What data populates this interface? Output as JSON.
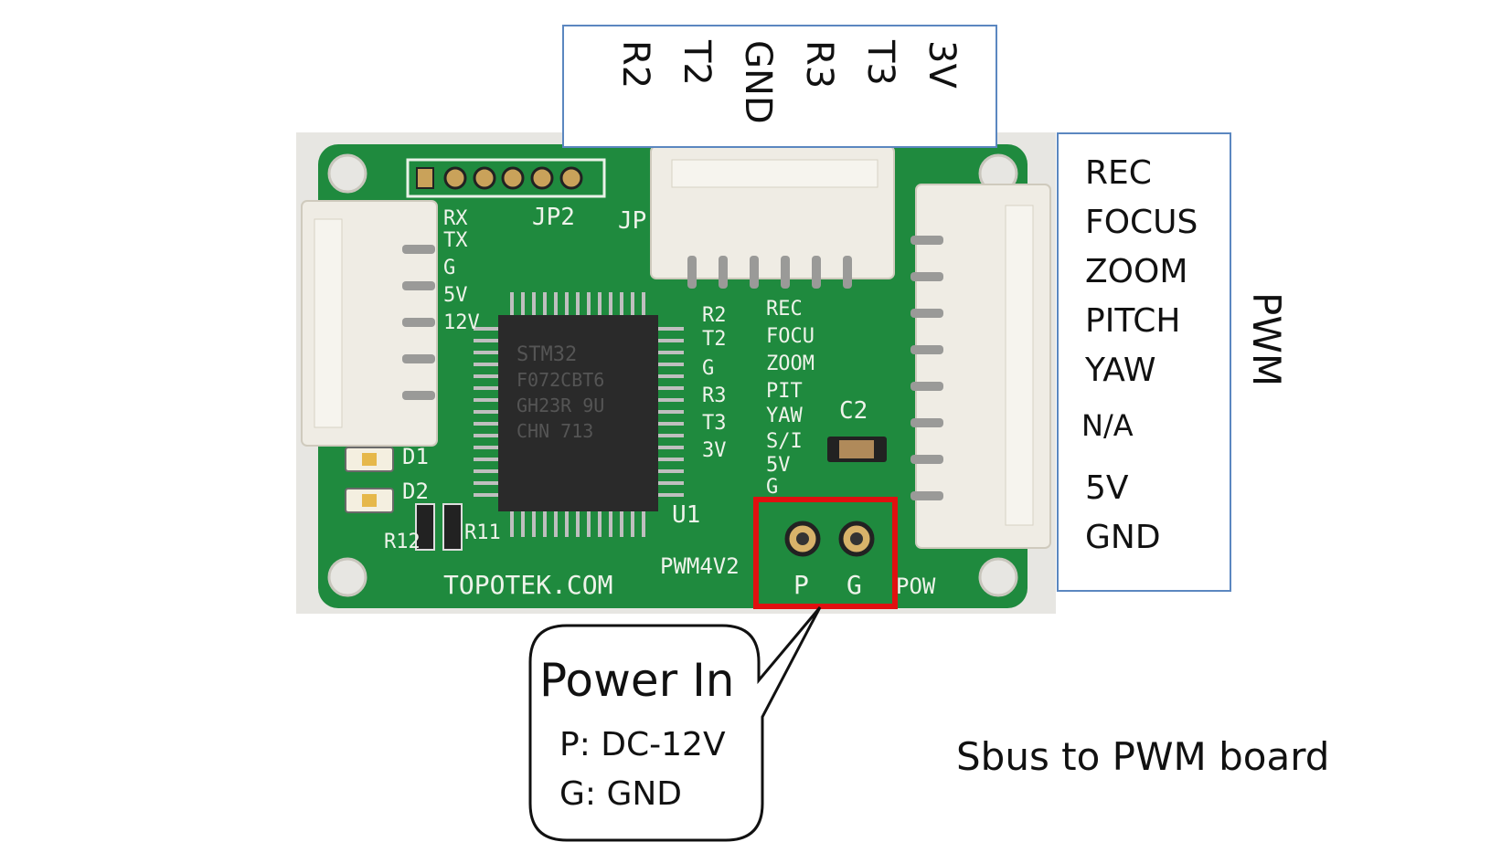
{
  "top_header": {
    "pins": [
      "R2",
      "T2",
      "GND",
      "R3",
      "T3",
      "3V"
    ]
  },
  "pwm_header": {
    "title": "PWM",
    "pins": [
      "REC",
      "FOCUS",
      "ZOOM",
      "PITCH",
      "YAW",
      "N/A",
      "5V",
      "GND"
    ]
  },
  "board_silkscreen": {
    "left_pins": [
      "RX",
      "TX",
      "G",
      "5V",
      "12V"
    ],
    "jp2": "JP2",
    "jp": "JP",
    "chip_lines": [
      "STM32",
      "F072CBT6",
      "GH23R 9U",
      "CHN 713"
    ],
    "mid_col1": [
      "R2",
      "T2",
      "G",
      "R3",
      "T3",
      "3V"
    ],
    "mid_col2": [
      "REC",
      "FOCU",
      "ZOOM",
      "PIT",
      "YAW",
      "S/I",
      "5V",
      "G"
    ],
    "c2": "C2",
    "u1": "U1",
    "d1": "D1",
    "d2": "D2",
    "r12": "R12",
    "r11": "R11",
    "brand": "TOPOTEK.COM",
    "model": "PWM4V2",
    "pad_p": "P",
    "pad_g": "G",
    "pow": "POW"
  },
  "callout": {
    "title": "Power In",
    "line1": "P: DC-12V",
    "line2": "G: GND"
  },
  "caption": "Sbus to PWM board",
  "colors": {
    "box_border": "#5b87c0",
    "highlight": "#e01010",
    "pcb": "#1f8a3e",
    "connector": "#efece4"
  }
}
